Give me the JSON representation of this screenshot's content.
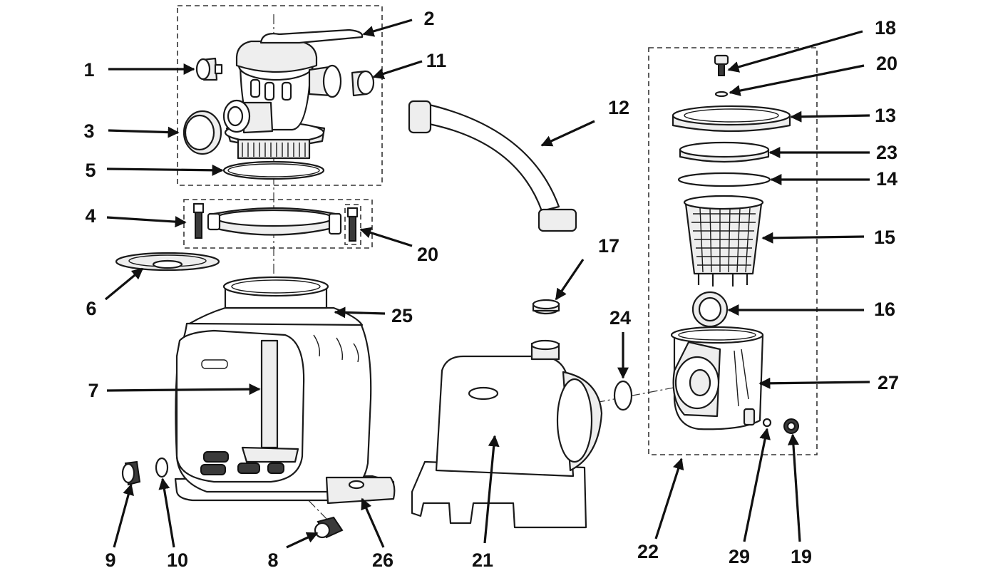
{
  "callouts": [
    "1",
    "2",
    "3",
    "5",
    "4",
    "20",
    "6",
    "25",
    "7",
    "9",
    "10",
    "8",
    "26",
    "11",
    "12",
    "17",
    "24",
    "21",
    "22",
    "18",
    "20",
    "13",
    "23",
    "14",
    "15",
    "16",
    "27",
    "29",
    "19"
  ],
  "colors": {
    "line": "#1a1a1a",
    "fill": "#ffffff",
    "shade": "#eeeeee",
    "label": "#111111"
  }
}
